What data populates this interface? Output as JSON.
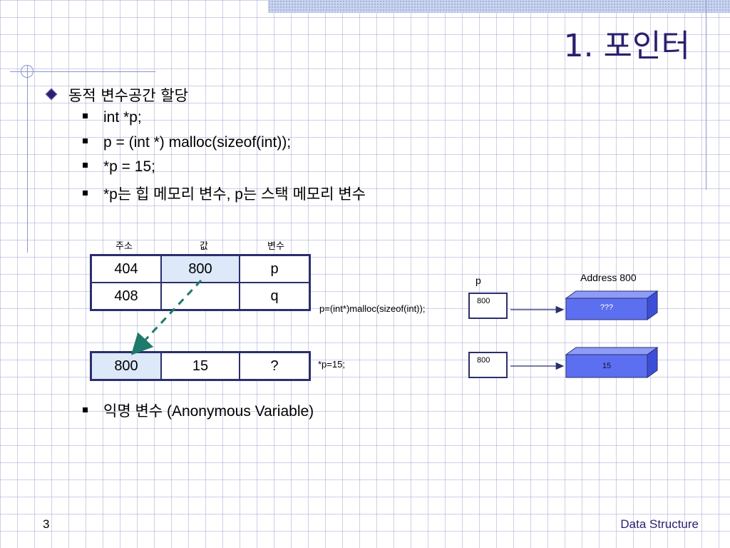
{
  "title": "1. 포인터",
  "main_bullet": "동적 변수공간 할당",
  "code_lines": [
    "int *p;",
    "p = (int *) malloc(sizeof(int));",
    "*p = 15;",
    "*p는 힙 메모리 변수, p는 스택 메모리 변수"
  ],
  "anon_bullet": "익명 변수 (Anonymous Variable)",
  "table_headers": [
    "주소",
    "값",
    "변수"
  ],
  "stack_rows": [
    {
      "addr": "404",
      "value": "800",
      "name": "p"
    },
    {
      "addr": "408",
      "value": "",
      "name": "q"
    }
  ],
  "heap_row": {
    "addr": "800",
    "value": "15",
    "name": "?"
  },
  "stmt_malloc": "p=(int*)malloc(sizeof(int));",
  "stmt_assign": "*p=15;",
  "pointer_label": "p",
  "address_label": "Address 800",
  "box1_value": "800",
  "box2_value": "800",
  "heap_box1_value": "???",
  "heap_box2_value": "15",
  "slide_number": "3",
  "footer_text": "Data Structure",
  "colors": {
    "title": "#2a1f6e",
    "border": "#2a2f6e",
    "highlight": "#dde8f8",
    "heap_box": "#5c6ff0",
    "arrow": "#1e7a6a"
  }
}
